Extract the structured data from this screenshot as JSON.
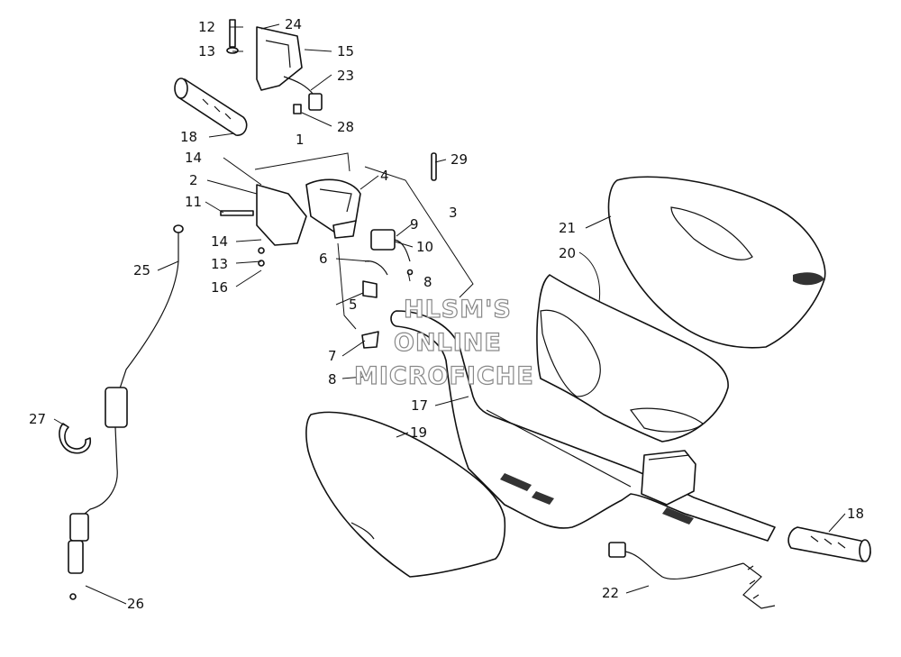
{
  "watermark": {
    "line1": "HLSM'S",
    "line2": "ONLINE",
    "line3": "MICROFICHE"
  },
  "callouts": {
    "c1": "1",
    "c2": "2",
    "c3": "3",
    "c4": "4",
    "c5": "5",
    "c6": "6",
    "c7": "7",
    "c8a": "8",
    "c8b": "8",
    "c9": "9",
    "c10": "10",
    "c11": "11",
    "c12": "12",
    "c13a": "13",
    "c13b": "13",
    "c14a": "14",
    "c14b": "14",
    "c15": "15",
    "c16": "16",
    "c17": "17",
    "c18a": "18",
    "c18b": "18",
    "c19": "19",
    "c20": "20",
    "c21": "21",
    "c22": "22",
    "c23": "23",
    "c24": "24",
    "c25": "25",
    "c26": "26",
    "c27": "27",
    "c28": "28",
    "c29": "29"
  }
}
